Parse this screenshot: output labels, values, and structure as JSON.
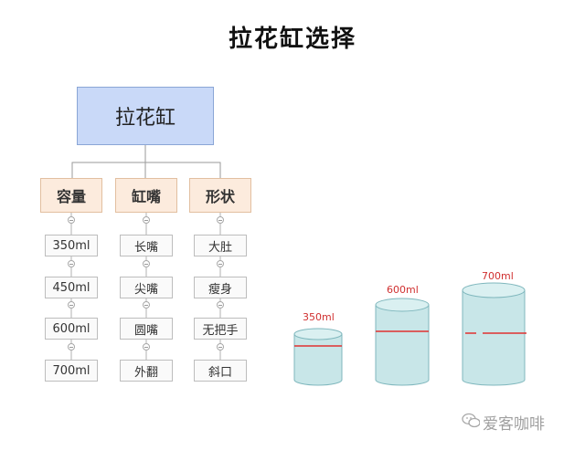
{
  "title": "拉花缸选择",
  "root": {
    "label": "拉花缸"
  },
  "categories": [
    {
      "label": "容量",
      "items": [
        "350ml",
        "450ml",
        "600ml",
        "700ml"
      ]
    },
    {
      "label": "缸嘴",
      "items": [
        "长嘴",
        "尖嘴",
        "圆嘴",
        "外翻"
      ]
    },
    {
      "label": "形状",
      "items": [
        "大肚",
        "瘦身",
        "无把手",
        "斜口"
      ]
    }
  ],
  "cups": [
    {
      "label": "350ml"
    },
    {
      "label": "600ml"
    },
    {
      "label": "700ml"
    }
  ],
  "colors": {
    "root_fill": "#c9d9f8",
    "category_fill": "#fcebdd",
    "cup_fill": "#c8e6e8",
    "fill_line": "#e03030"
  },
  "watermark": {
    "text": "爱客咖啡",
    "icon": "wechat-icon"
  }
}
